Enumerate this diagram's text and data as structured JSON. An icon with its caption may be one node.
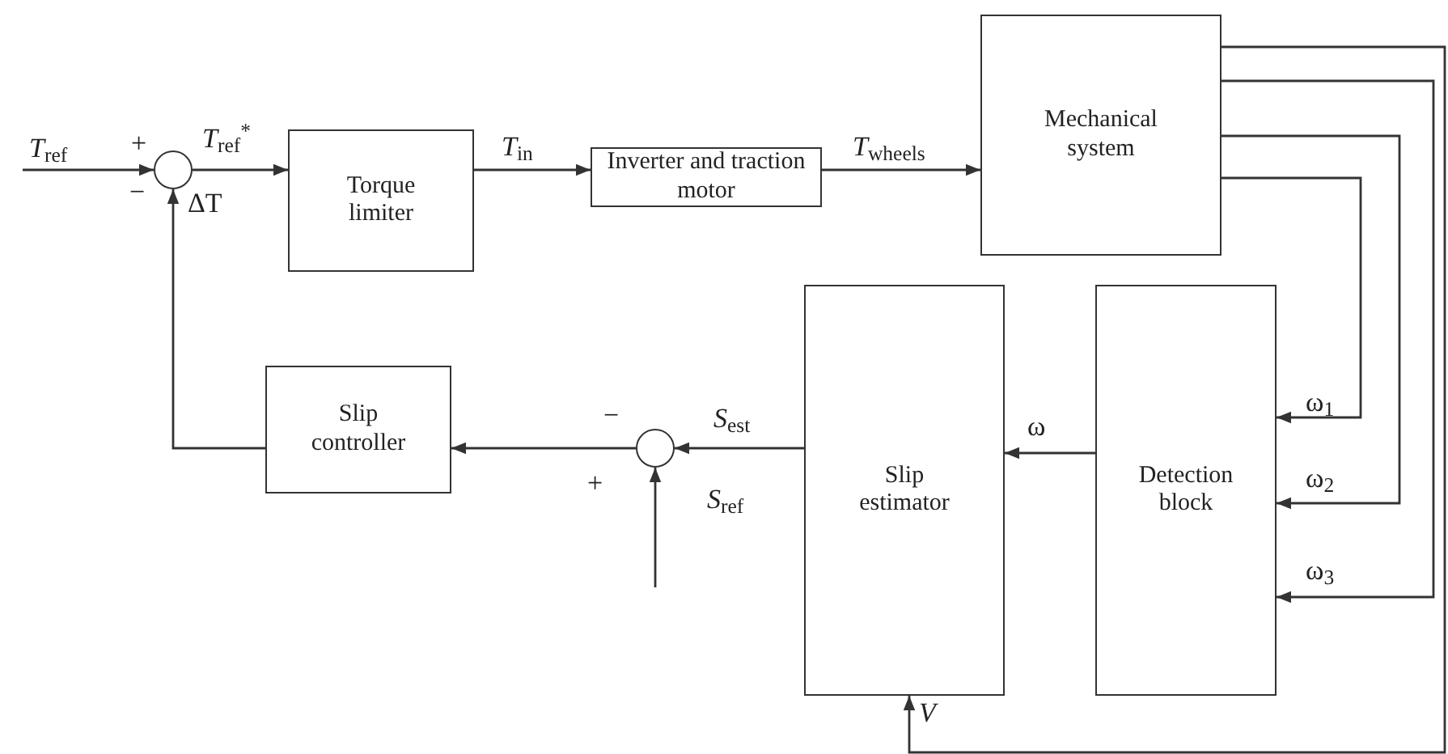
{
  "diagram": {
    "nodes": [
      {
        "text": [],
        "shape": "circle"
      },
      {
        "text": [
          "Torque limiter"
        ]
      },
      {
        "text": [
          "Inverter and traction motor"
        ]
      },
      {
        "text": [
          "Mechanical system"
        ]
      },
      {
        "text": [
          "Slip controller"
        ]
      },
      {
        "text": [],
        "shape": "circle"
      },
      {
        "text": [
          "Slip estimator"
        ]
      },
      {
        "text": [
          "Detection block"
        ]
      }
    ],
    "edges": [
      {
        "from": null,
        "to": 0,
        "arrow": "to",
        "label": "*T*$_{ref}$"
      },
      {
        "from": 0,
        "to": 1,
        "arrow": "to",
        "label": "*T*$_{ref}$$^{*}$"
      },
      {
        "from": 1,
        "to": 2,
        "arrow": "to",
        "label": "*T*$_{in}$"
      },
      {
        "from": 2,
        "to": 3,
        "arrow": "to",
        "label": "*T*$_{wheels}$"
      },
      {
        "from": 3,
        "to": 7,
        "arrow": "to",
        "label": "ω$_{1}$"
      },
      {
        "from": 3,
        "to": 7,
        "arrow": "to",
        "label": "ω$_{2}$"
      },
      {
        "from": 3,
        "to": 7,
        "arrow": "to",
        "label": "ω$_{3}$"
      },
      {
        "from": 3,
        "to": 6,
        "arrow": "to",
        "label": "*V*"
      },
      {
        "from": 7,
        "to": 6,
        "arrow": "to",
        "label": "ω"
      },
      {
        "from": 6,
        "to": 5,
        "arrow": "to",
        "label": "*S*$_{est}$"
      },
      {
        "from": null,
        "to": 5,
        "arrow": "to",
        "label": "*S*$_{ref}$"
      },
      {
        "from": 5,
        "to": 4,
        "arrow": "to"
      },
      {
        "from": 4,
        "to": 0,
        "arrow": "to",
        "label": "ΔT"
      }
    ],
    "labels": [
      "+",
      "−",
      "−",
      "+"
    ]
  }
}
